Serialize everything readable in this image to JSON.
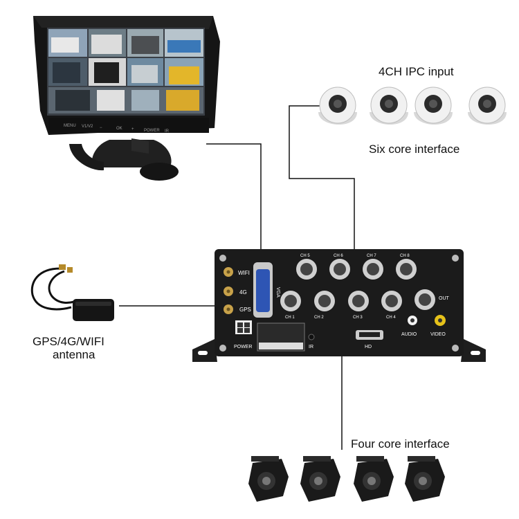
{
  "labels": {
    "ipc_input": "4CH IPC input",
    "six_core": "Six core interface",
    "antenna_line1": "GPS/4G/WIFI",
    "antenna_line2": "antenna",
    "four_core": "Four core interface"
  },
  "monitor": {
    "buttons": [
      "MENU",
      "V1/V2",
      "−",
      "OK",
      "+",
      "POWER"
    ],
    "indicator": "IR"
  },
  "dvr": {
    "antenna_ports": [
      "WIFI",
      "4G",
      "GPS"
    ],
    "vga": "VGA",
    "power": "POWER",
    "ir": "IR",
    "hd": "HD",
    "audio": "AUDIO",
    "video": "VIDEO",
    "out": "OUT",
    "top_channels": [
      "CH 5",
      "CH 6",
      "CH 7",
      "CH 8"
    ],
    "bottom_channels": [
      "CH 1",
      "CH 2",
      "CH 3",
      "CH 4"
    ]
  },
  "colors": {
    "line": "#111111",
    "device_body": "#1b1b1b",
    "gold_connector": "#c8a24a",
    "vga_blue": "#2e55b4",
    "video_yellow": "#e6c21a"
  }
}
